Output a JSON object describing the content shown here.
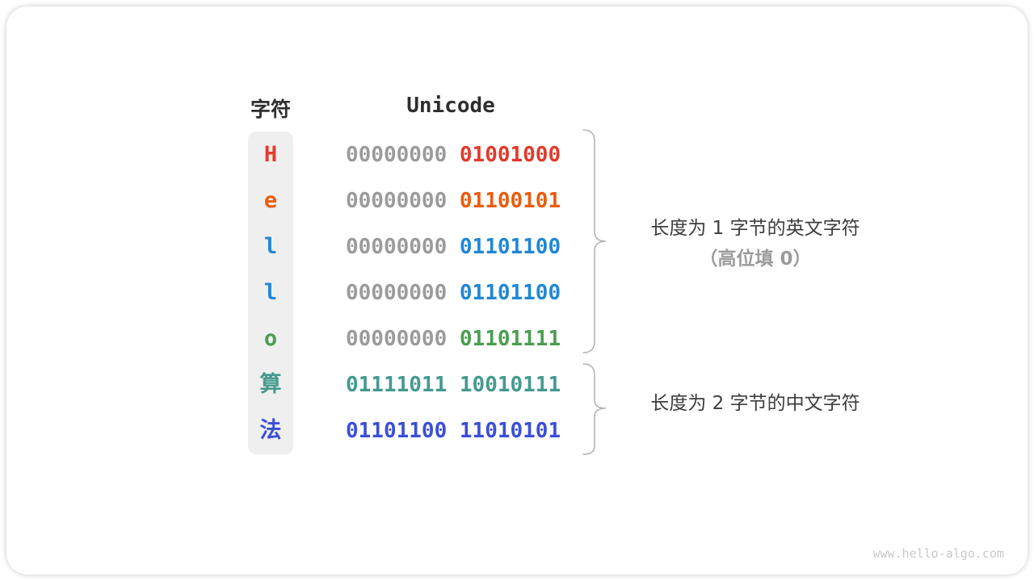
{
  "header": {
    "char_col": "字符",
    "unicode_col": "Unicode"
  },
  "table": {
    "rows": [
      {
        "char": "H",
        "byte1": "00000000",
        "byte2": "01001000",
        "char_color": "#e23a2c",
        "byte1_color": "#9b9b9b",
        "byte2_color": "#e23a2c"
      },
      {
        "char": "e",
        "byte1": "00000000",
        "byte2": "01100101",
        "char_color": "#ea5c0d",
        "byte1_color": "#9b9b9b",
        "byte2_color": "#ea5c0d"
      },
      {
        "char": "l",
        "byte1": "00000000",
        "byte2": "01101100",
        "char_color": "#1f87d6",
        "byte1_color": "#9b9b9b",
        "byte2_color": "#1f87d6"
      },
      {
        "char": "l",
        "byte1": "00000000",
        "byte2": "01101100",
        "char_color": "#1f87d6",
        "byte1_color": "#9b9b9b",
        "byte2_color": "#1f87d6"
      },
      {
        "char": "o",
        "byte1": "00000000",
        "byte2": "01101111",
        "char_color": "#4a9e50",
        "byte1_color": "#9b9b9b",
        "byte2_color": "#4a9e50"
      },
      {
        "char": "算",
        "byte1": "01111011",
        "byte2": "10010111",
        "char_color": "#449a8e",
        "byte1_color": "#449a8e",
        "byte2_color": "#449a8e"
      },
      {
        "char": "法",
        "byte1": "01101100",
        "byte2": "11010101",
        "char_color": "#3b4fd8",
        "byte1_color": "#3b4fd8",
        "byte2_color": "#3b4fd8"
      }
    ]
  },
  "annotations": {
    "english": {
      "line1": "长度为 1 字节的英文字符",
      "line2": "（高位填 0）"
    },
    "chinese": {
      "line1": "长度为 2 字节的中文字符"
    }
  },
  "watermark": "www.hello-algo.com",
  "colors": {
    "header_text": "#2e2e2e",
    "gray_bits": "#9b9b9b",
    "char_column_bg": "#efefef",
    "brace": "#b5b5b5",
    "annotation_text": "#3d3d3d",
    "annotation_muted": "#9b9b9b",
    "watermark": "#c9c9c9",
    "red": "#e23a2c",
    "orange": "#ea5c0d",
    "blue": "#1f87d6",
    "green": "#4a9e50",
    "teal": "#449a8e",
    "indigo": "#3b4fd8"
  }
}
